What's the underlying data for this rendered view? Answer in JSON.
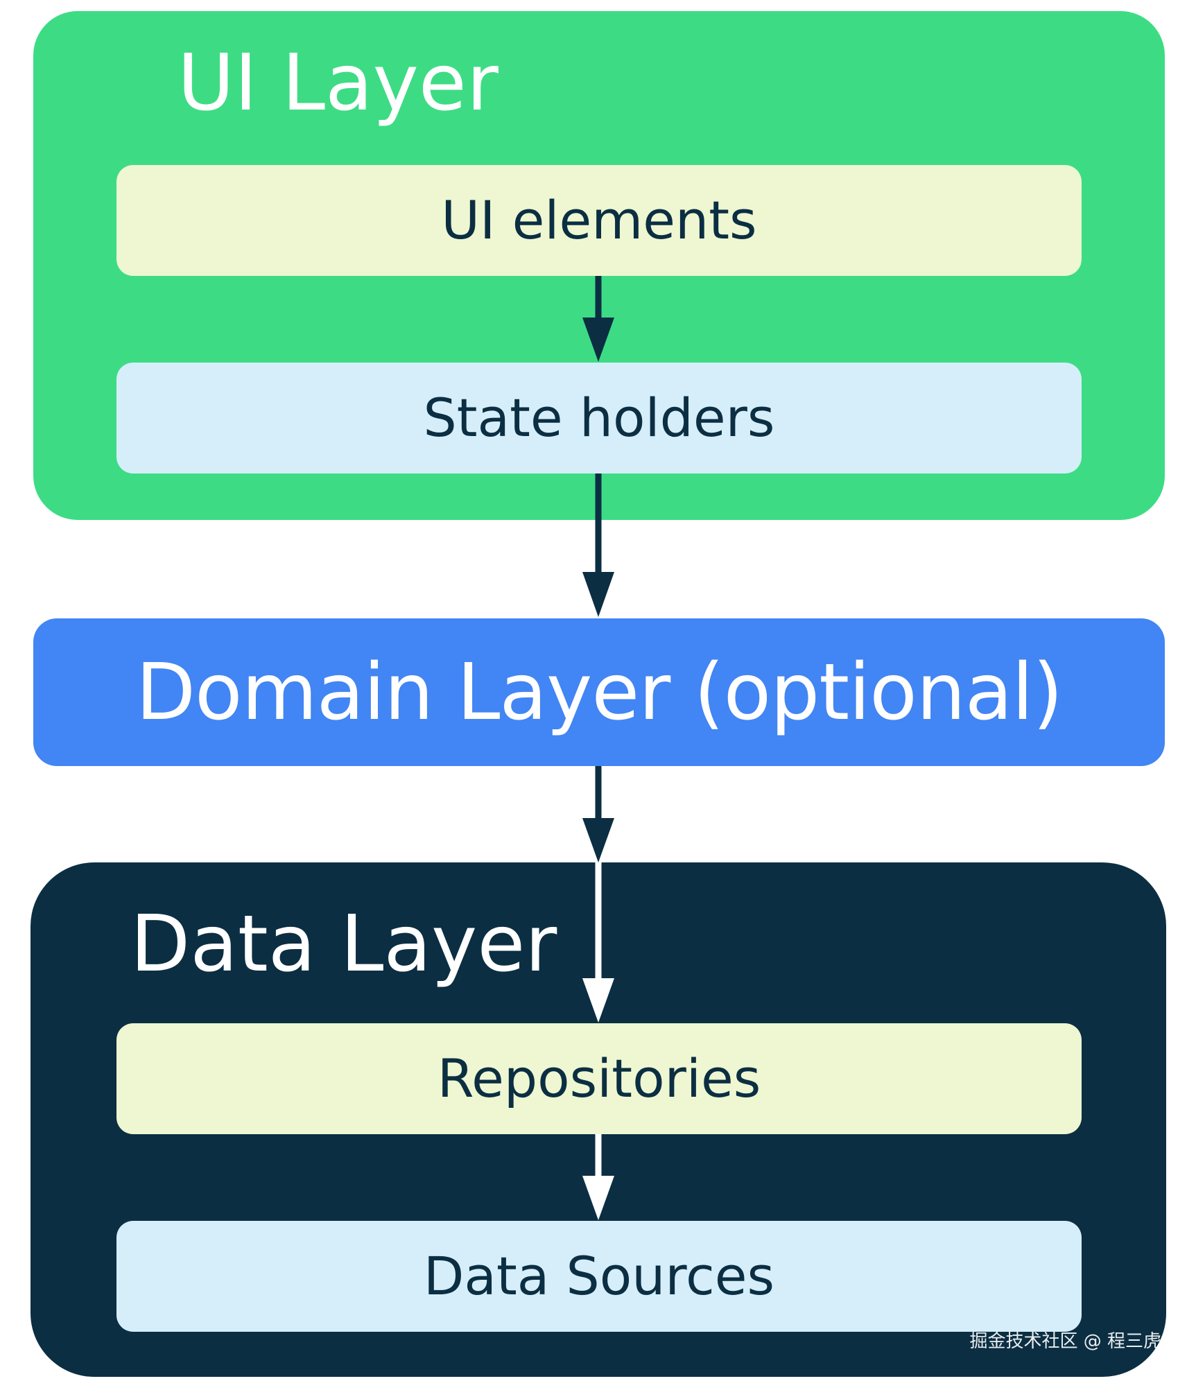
{
  "layers": {
    "ui": {
      "title": "UI Layer",
      "components": [
        "UI elements",
        "State holders"
      ]
    },
    "domain": {
      "title": "Domain Layer (optional)"
    },
    "data": {
      "title": "Data Layer",
      "components": [
        "Repositories",
        "Data Sources"
      ]
    }
  },
  "watermark": "掘金技术社区 @ 程三虎",
  "colors": {
    "ui_layer": "#3ddc84",
    "domain_layer": "#4285f4",
    "data_layer": "#0b2e42",
    "component_green": "#eef7d1",
    "component_blue": "#d6eefa",
    "text_dark": "#0b2e42",
    "text_light": "#ffffff"
  }
}
